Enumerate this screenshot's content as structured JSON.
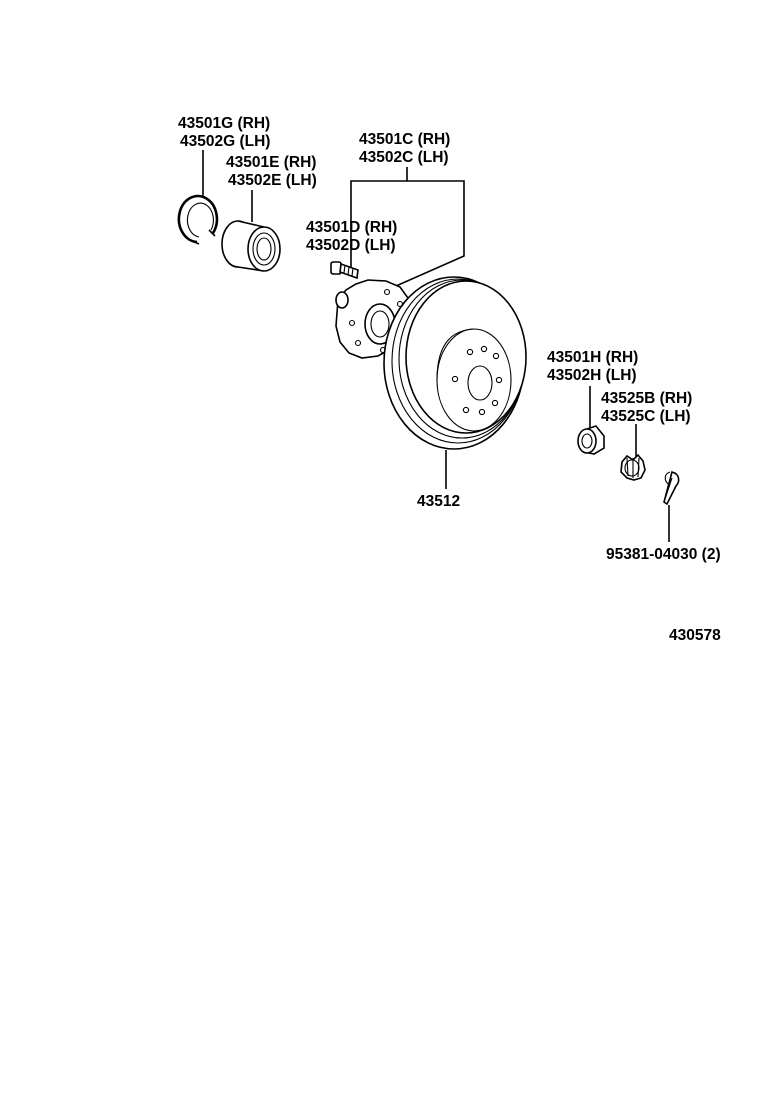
{
  "labels": {
    "snap_ring": [
      "43501G (RH)",
      "43502G (LH)"
    ],
    "bearing": [
      "43501E (RH)",
      "43502E (LH)"
    ],
    "hub": [
      "43501C (RH)",
      "43502C (LH)"
    ],
    "hub_bolt": [
      "43501D (RH)",
      "43502D (LH)"
    ],
    "disc": "43512",
    "cap": [
      "43501H (RH)",
      "43502H (LH)"
    ],
    "nut_lock_cap": [
      "43525B (RH)",
      "43525C (LH)"
    ],
    "cotter_pin": "95381-04030 (2)",
    "figure_number": "430578"
  }
}
